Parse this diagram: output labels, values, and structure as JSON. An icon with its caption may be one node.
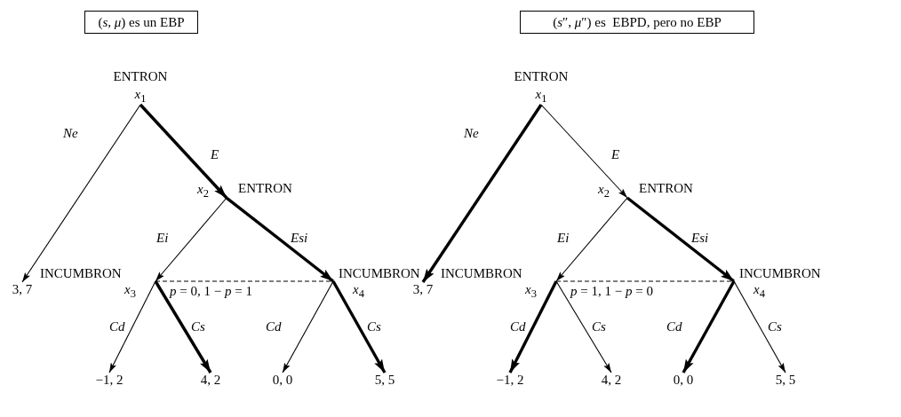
{
  "diagram": {
    "nodes": [
      {
        "text": [
          "(*s*, *μ*) es un EBP"
        ]
      },
      {
        "text": [
          "ENTRON",
          "*x*$_{1}$"
        ]
      },
      {
        "text": [
          "*x*$_{2}$",
          "ENTRON"
        ]
      },
      {
        "text": [
          "INCUMBRON",
          "*x*$_{3}$"
        ]
      },
      {
        "text": [
          "INCUMBRON",
          "*x*$_{4}$"
        ]
      },
      {
        "text": [
          "3, 7"
        ]
      },
      {
        "text": [
          "−1, 2"
        ]
      },
      {
        "text": [
          "4, 2"
        ]
      },
      {
        "text": [
          "0, 0"
        ]
      },
      {
        "text": [
          "5, 5"
        ]
      },
      {
        "text": [
          "(*s*″, *μ*″) es  EBPD, pero no EBP"
        ]
      },
      {
        "text": [
          "ENTRON",
          "*x*$_{1}$"
        ]
      },
      {
        "text": [
          "*x*$_{2}$",
          "ENTRON"
        ]
      },
      {
        "text": [
          "INCUMBRON",
          "*x*$_{3}$"
        ]
      },
      {
        "text": [
          "INCUMBRON",
          "*x*$_{4}$"
        ]
      },
      {
        "text": [
          "3, 7"
        ]
      },
      {
        "text": [
          "−1, 2"
        ]
      },
      {
        "text": [
          "4, 2"
        ]
      },
      {
        "text": [
          "0, 0"
        ]
      },
      {
        "text": [
          "5, 5"
        ]
      }
    ],
    "edges": [
      {
        "from": 1,
        "to": 5,
        "arrow": "to",
        "label": "Ne"
      },
      {
        "from": 1,
        "to": 2,
        "arrow": "to",
        "label": "E",
        "style": "thick"
      },
      {
        "from": 2,
        "to": 3,
        "arrow": "to",
        "label": "Ei"
      },
      {
        "from": 2,
        "to": 4,
        "arrow": "to",
        "label": "Esi",
        "style": "thick"
      },
      {
        "from": 3,
        "to": 4,
        "arrow": "none",
        "label": "*p* = 0, 1 − *p* = 1",
        "style": "dashed"
      },
      {
        "from": 3,
        "to": 6,
        "arrow": "to",
        "label": "Cd"
      },
      {
        "from": 3,
        "to": 7,
        "arrow": "to",
        "label": "Cs",
        "style": "thick"
      },
      {
        "from": 4,
        "to": 8,
        "arrow": "to",
        "label": "Cd"
      },
      {
        "from": 4,
        "to": 9,
        "arrow": "to",
        "label": "Cs",
        "style": "thick"
      },
      {
        "from": 11,
        "to": 15,
        "arrow": "to",
        "label": "Ne",
        "style": "thick"
      },
      {
        "from": 11,
        "to": 12,
        "arrow": "to",
        "label": "E"
      },
      {
        "from": 12,
        "to": 13,
        "arrow": "to",
        "label": "Ei"
      },
      {
        "from": 12,
        "to": 14,
        "arrow": "to",
        "label": "Esi",
        "style": "thick"
      },
      {
        "from": 13,
        "to": 14,
        "arrow": "none",
        "label": "*p* = 1, 1 − *p* = 0",
        "style": "dashed"
      },
      {
        "from": 13,
        "to": 16,
        "arrow": "to",
        "label": "Cd",
        "style": "thick"
      },
      {
        "from": 13,
        "to": 17,
        "arrow": "to",
        "label": "Cs"
      },
      {
        "from": 14,
        "to": 18,
        "arrow": "to",
        "label": "Cd",
        "style": "thick"
      },
      {
        "from": 14,
        "to": 19,
        "arrow": "to",
        "label": "Cs"
      }
    ]
  }
}
